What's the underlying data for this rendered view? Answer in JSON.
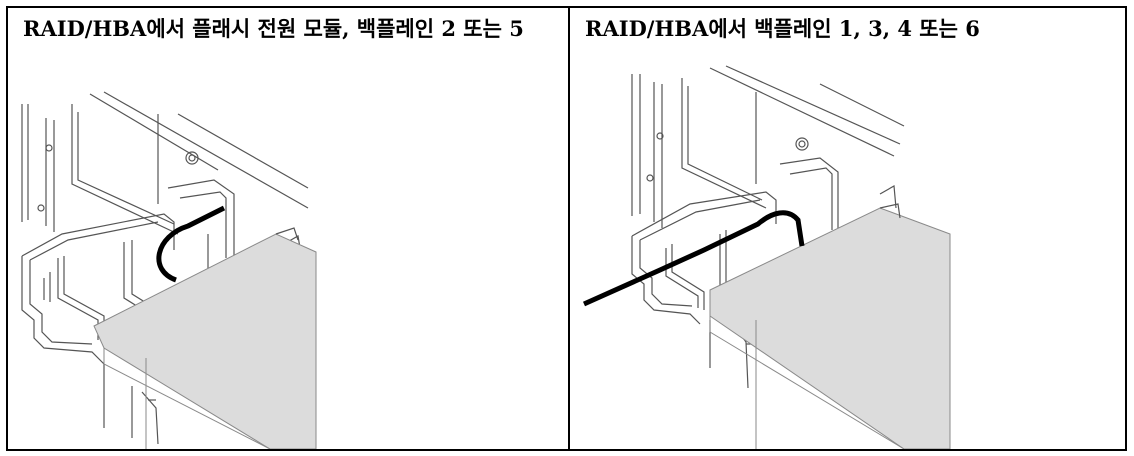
{
  "table": {
    "cells": [
      {
        "caption": "RAID/HBA에서 플래시 전원 모듈, 백플레인 2 또는 5"
      },
      {
        "caption": "RAID/HBA에서 백플레인 1, 3, 4 또는 6"
      }
    ]
  },
  "colors": {
    "line": "#000000",
    "panel": "#dcdcdc",
    "panel_edge": "#8a8a8a",
    "frame": "#555555"
  },
  "icons": [
    "chassis-illustration",
    "cable-illustration",
    "raid-adapter-illustration"
  ]
}
